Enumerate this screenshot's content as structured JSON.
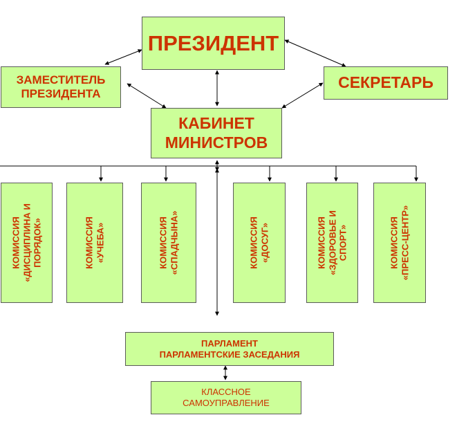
{
  "boxes": {
    "president": "ПРЕЗИДЕНТ",
    "deputy": "ЗАМЕСТИТЕЛЬ\nПРЕЗИДЕНТА",
    "secretary": "СЕКРЕТАРЬ",
    "cabinet": "КАБИНЕТ\nМИНИСТРОВ",
    "parliament": "ПАРЛАМЕНТ\nПАРЛАМЕНТСКИЕ ЗАСЕДАНИЯ",
    "class_self_government": "КЛАССНОЕ\nСАМОУПРАВЛЕНИЕ"
  },
  "commissions": [
    "КОМИССИЯ\n«ДИСЦИПЛИНА И\nПОРЯДОК»",
    "КОМИССИЯ\n«УЧЕБА»",
    "КОМИССИЯ\n«СПАДЧЫНА»",
    "КОМИССИЯ\n«ДОСУГ»",
    "КОМИССИЯ\n«ЗДОРОВЬЕ И\nСПОРТ»",
    "КОМИССИЯ\n«ПРЕСС-ЦЕНТР»"
  ],
  "colors": {
    "box_fill": "#ccff99",
    "text": "#cc3300",
    "line": "#000000"
  }
}
